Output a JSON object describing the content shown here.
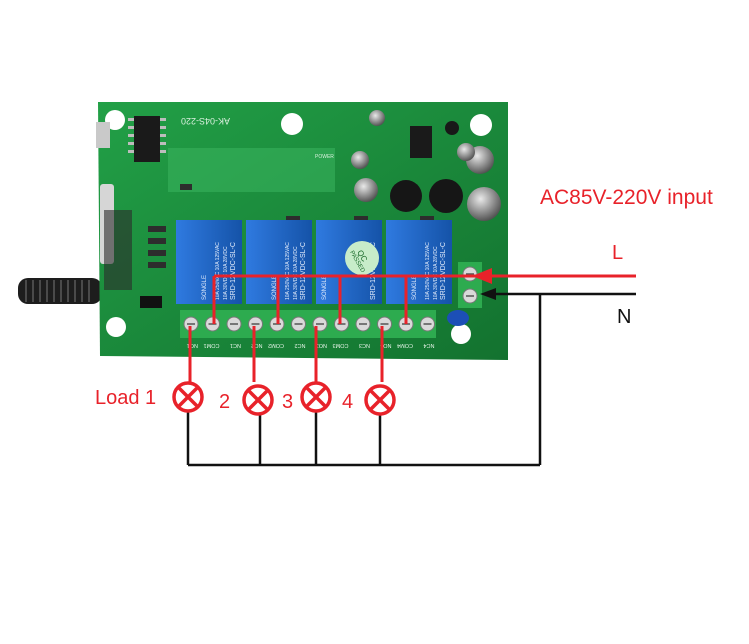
{
  "board": {
    "model_text": "AK-04S-220",
    "power_text": "POWER",
    "relay_brand": "SONGLE",
    "relay_model": "SRD-12VDC-SL-C",
    "relay_rating_1": "10A 250VAC 10A 125VAC",
    "relay_rating_2": "10A 30VDC 10A 28VDC",
    "qc_line1": "QC",
    "qc_line2": "PASSED",
    "terminal_labels": [
      "NO1",
      "COM1",
      "NC1",
      "NO2",
      "COM2",
      "NC2",
      "NO3",
      "COM3",
      "NC3",
      "NO4",
      "COM4",
      "NC4"
    ],
    "input_terminal_labels": [
      "L",
      "N"
    ]
  },
  "labels": {
    "input": "AC85V-220V input",
    "live": "L",
    "neutral": "N",
    "load1": "Load 1",
    "load2": "2",
    "load3": "3",
    "load4": "4"
  },
  "colors": {
    "live_wire": "#e8222a",
    "neutral_wire": "#111111",
    "pcb": "#1a8a3c",
    "relay": "#1f66c4",
    "label_red": "#e8222a"
  }
}
